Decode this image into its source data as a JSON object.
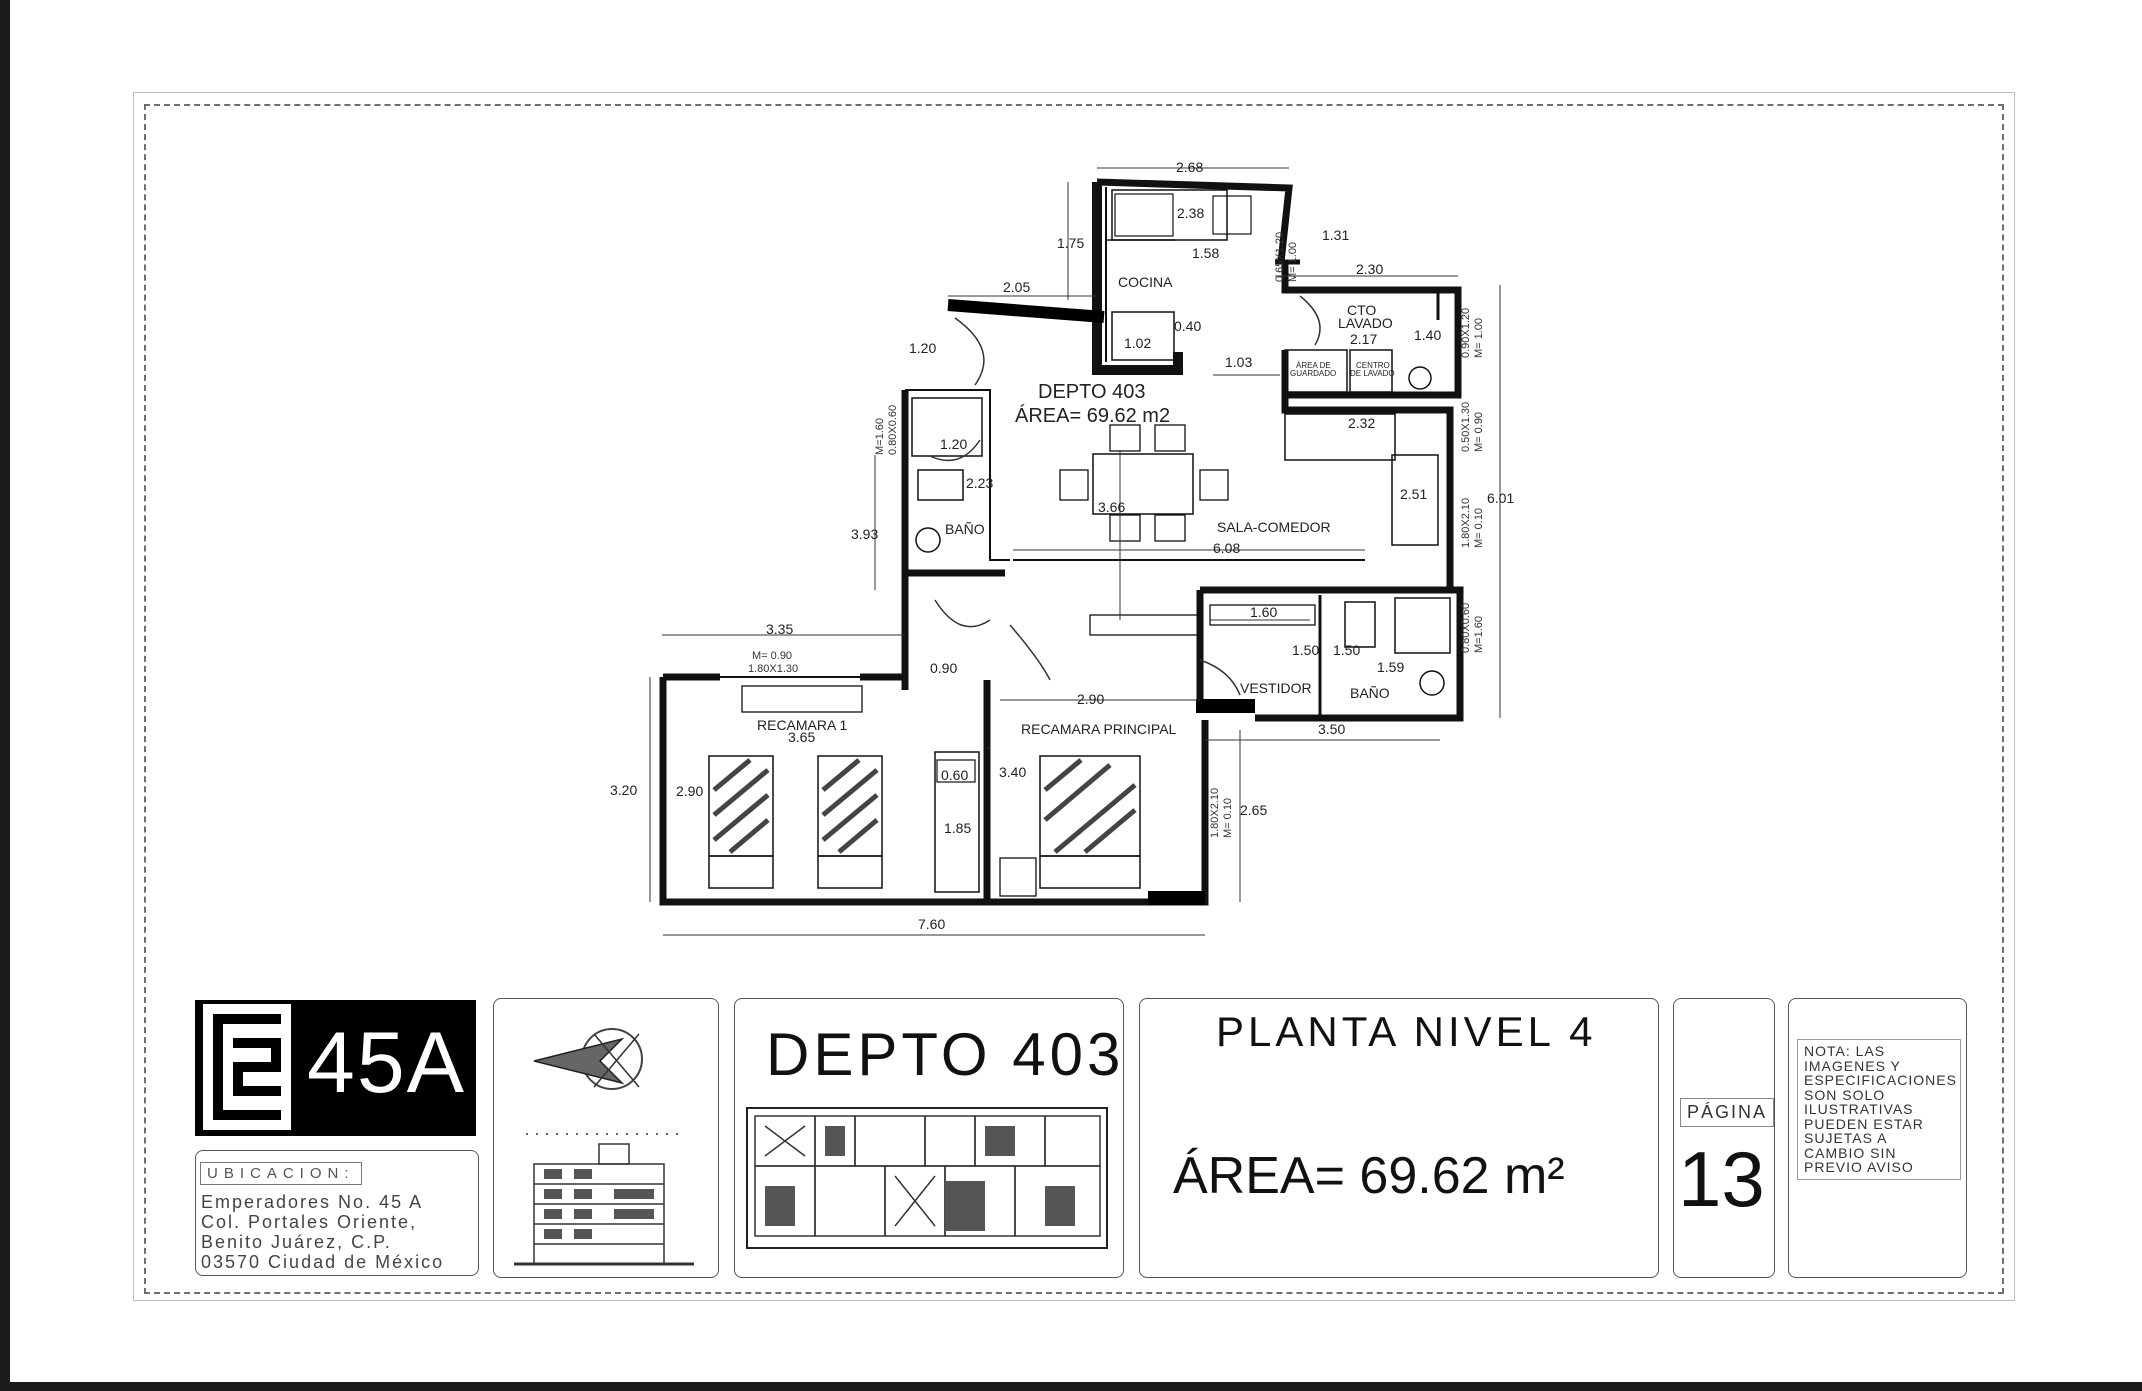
{
  "plan": {
    "unit_title": "DEPTO 403",
    "unit_area": "ÁREA= 69.62 m2",
    "rooms": {
      "cocina": "COCINA",
      "cto_lavado_1": "CTO",
      "cto_lavado_2": "LAVADO",
      "area_guardado_1": "ÁREA DE",
      "area_guardado_2": "GUARDADO",
      "centro_lavado_1": "CENTRO",
      "centro_lavado_2": "DE LAVADO",
      "bano_1": "BAÑO",
      "sala_comedor": "SALA-COMEDOR",
      "recamara_1": "RECAMARA 1",
      "recamara_principal": "RECAMARA PRINCIPAL",
      "vestidor": "VESTIDOR",
      "bano_2": "BAÑO"
    },
    "dims": {
      "d268": "2.68",
      "d175": "1.75",
      "d238": "2.38",
      "d158": "1.58",
      "d131": "1.31",
      "d230": "2.30",
      "d205": "2.05",
      "d040": "0.40",
      "d102": "1.02",
      "d103": "1.03",
      "d217": "2.17",
      "d140": "1.40",
      "d120a": "1.20",
      "d120b": "1.20",
      "d223": "2.23",
      "d393": "3.93",
      "d366": "3.66",
      "d608": "6.08",
      "d232": "2.32",
      "d251": "2.51",
      "d601": "6.01",
      "d335": "3.35",
      "d090": "0.90",
      "d365": "3.65",
      "d290a": "2.90",
      "d290b": "2.90",
      "d320": "3.20",
      "d060": "0.60",
      "d185": "1.85",
      "d340": "3.40",
      "d160": "1.60",
      "d150a": "1.50",
      "d150b": "1.50",
      "d159": "1.59",
      "d350": "3.50",
      "d265": "2.65",
      "d760": "7.60"
    },
    "windows": {
      "w1_a": "0.65X1.20",
      "w1_b": "M= 1.00",
      "w2_a": "0.90X1.20",
      "w2_b": "M= 1.00",
      "w3_a": "0.80X0.60",
      "w3_b": "M=1.60",
      "w4_a": "0.50X1.30",
      "w4_b": "M= 0.90",
      "w5_a": "1.80X2.10",
      "w5_b": "M= 0.10",
      "w6_a": "0.80X0.60",
      "w6_b": "M=1.60",
      "w7_a": "M= 0.90",
      "w7_b": "1.80X1.30",
      "w8_a": "1.80X2.10",
      "w8_b": "M= 0.10"
    }
  },
  "titleblock": {
    "logo": "45A",
    "ubicacion_title": "UBICACION:",
    "address": [
      "Emperadores No. 45 A",
      "Col. Portales Oriente,",
      "Benito Juárez, C.P.",
      "03570 Ciudad de México"
    ],
    "depto_title": "DEPTO  403",
    "planta_title": "PLANTA NIVEL 4",
    "area_title": "ÁREA= 69.62 m²",
    "pagina_label": "PÁGINA",
    "pagina_number": "13",
    "nota": [
      "NOTA: LAS",
      "IMAGENES Y",
      "ESPECIFICACIONES",
      "SON SOLO",
      "ILUSTRATIVAS",
      "PUEDEN ESTAR",
      "SUJETAS A",
      "CAMBIO SIN",
      "PREVIO AVISO"
    ]
  }
}
